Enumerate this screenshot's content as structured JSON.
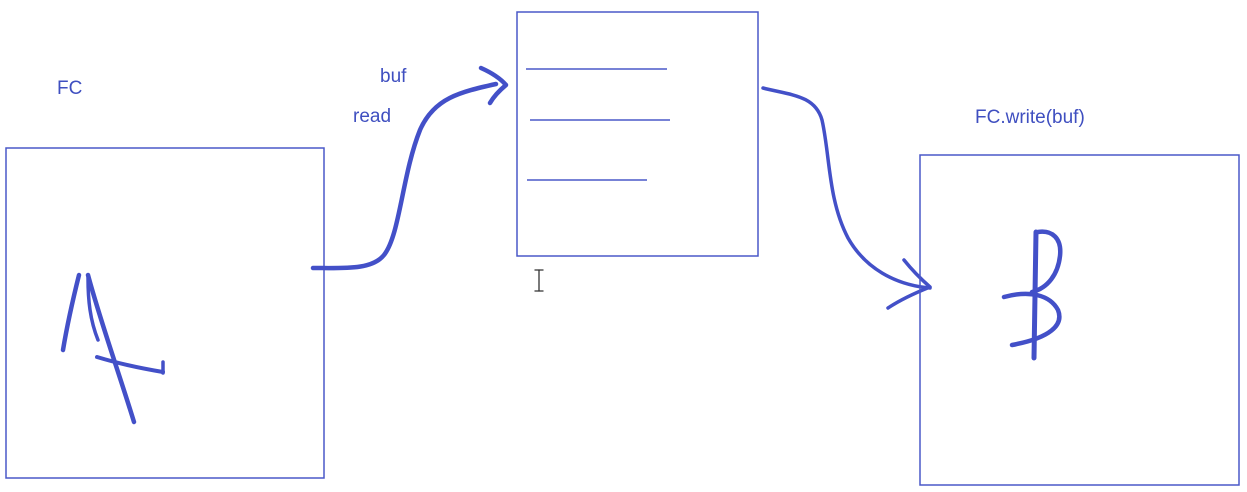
{
  "colors": {
    "ink": "#4350c8",
    "box_stroke": "#4a58c8",
    "text": "#3f4fc0",
    "cursor": "#333333"
  },
  "labels": {
    "fc": "FC",
    "buf": "buf",
    "read": "read",
    "fc_write": "FC.write(buf)"
  },
  "shapes": {
    "source_box": "source-box",
    "buffer_box": "buffer-box",
    "dest_box": "destination-box"
  },
  "icons": {
    "cursor": "text-cursor-icon"
  }
}
